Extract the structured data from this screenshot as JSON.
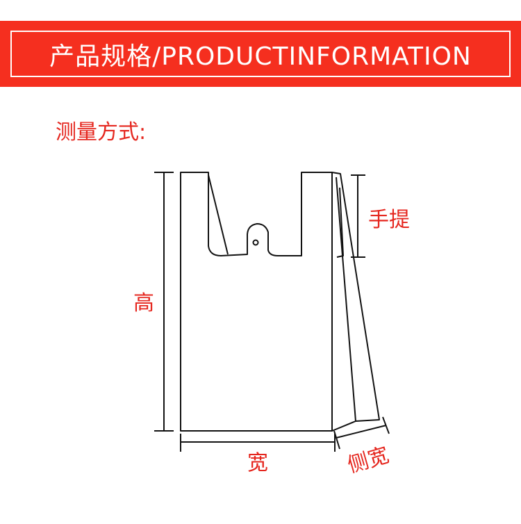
{
  "header": {
    "title": "产品规格/PRODUCTINFORMATION"
  },
  "section": {
    "title": "测量方式:"
  },
  "labels": {
    "height": "高",
    "handle": "手提",
    "width": "宽",
    "side_width": "侧宽"
  },
  "colors": {
    "banner": "#f52f1f",
    "label_text": "#e5261e",
    "outline": "#111111"
  }
}
